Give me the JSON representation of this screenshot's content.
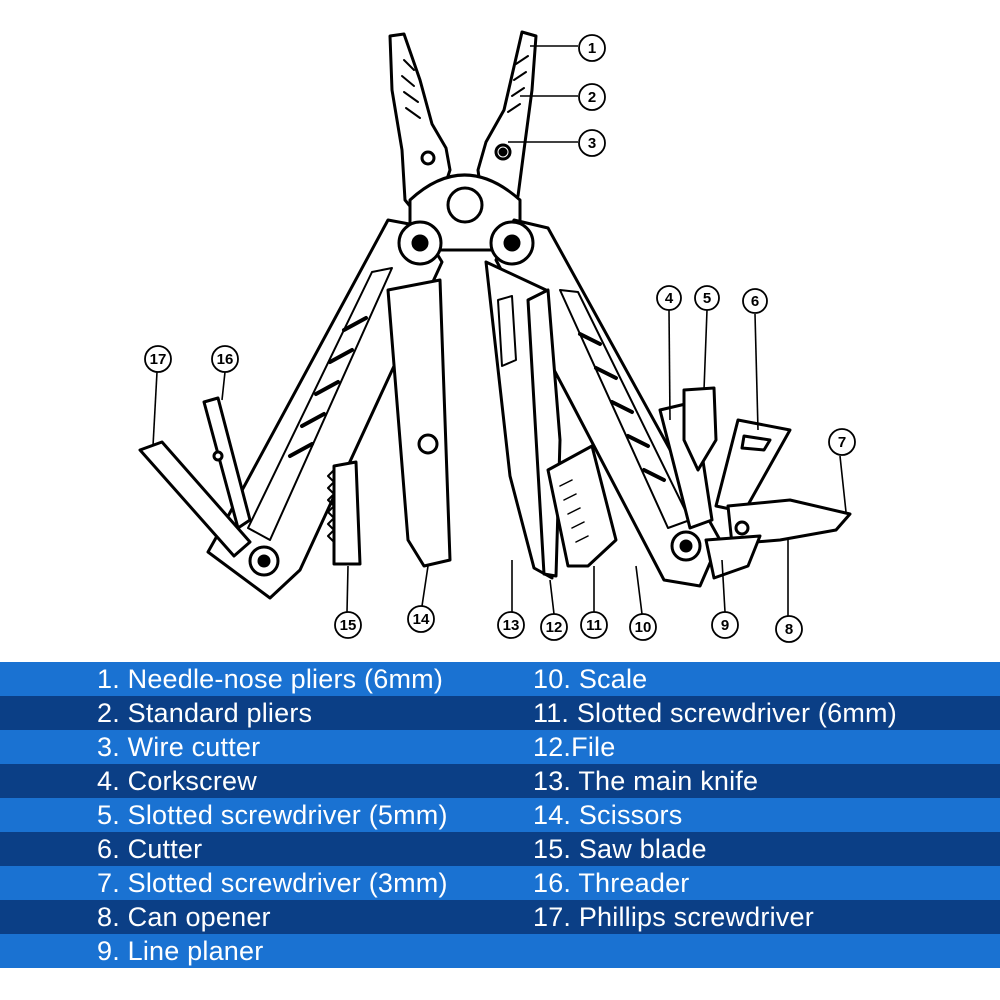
{
  "legend": {
    "colors": {
      "light": "#1a72d2",
      "dark": "#0b3f86",
      "text": "#ffffff"
    },
    "left": [
      "1. Needle-nose pliers (6mm)",
      "2. Standard pliers",
      "3. Wire cutter",
      "4. Corkscrew",
      "5. Slotted screwdriver (5mm)",
      "6. Cutter",
      "7. Slotted screwdriver (3mm)",
      "8. Can opener",
      "9. Line planer"
    ],
    "right": [
      "10. Scale",
      "11. Slotted screwdriver (6mm)",
      "12.File",
      "13. The main knife",
      "14. Scissors",
      "15. Saw blade",
      "16. Threader",
      "17. Phillips screwdriver"
    ]
  },
  "callouts": {
    "n1": "1",
    "n2": "2",
    "n3": "3",
    "n4": "4",
    "n5": "5",
    "n6": "6",
    "n7": "7",
    "n8": "8",
    "n9": "9",
    "n10": "10",
    "n11": "11",
    "n12": "12",
    "n13": "13",
    "n14": "14",
    "n15": "15",
    "n16": "16",
    "n17": "17"
  }
}
